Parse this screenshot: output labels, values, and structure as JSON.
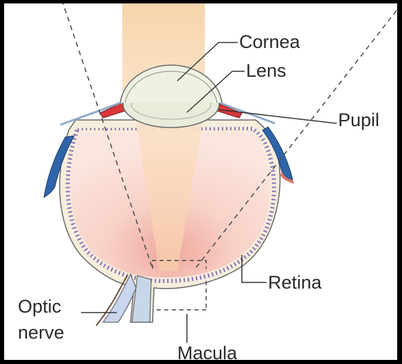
{
  "labels": {
    "cornea": "Cornea",
    "lens": "Lens",
    "pupil": "Pupil",
    "retina": "Retina",
    "optic_nerve_line1": "Optic",
    "optic_nerve_line2": "nerve",
    "macula": "Macula"
  },
  "colors": {
    "background": "#ffffff",
    "frame": "#000000",
    "light_beam": "#f8d9b3",
    "vitreous": "#f6c7b8",
    "retina_layer": "#8a70b8",
    "sclera": "#f5eedc",
    "iris": "#d9383a",
    "blue_muscle": "#2f64a8",
    "lens_fill": "#e8ecd9",
    "outline": "#555555",
    "dashed_line": "#444444"
  }
}
